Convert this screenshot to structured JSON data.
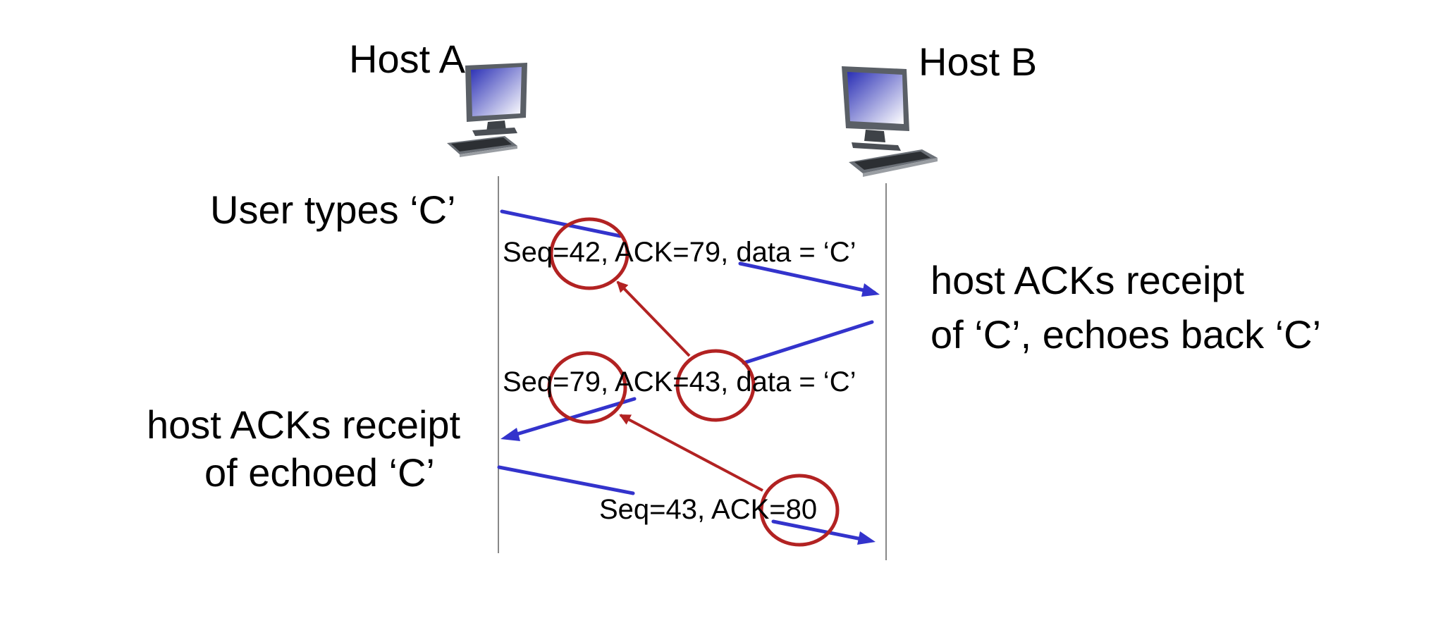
{
  "hosts": {
    "a": {
      "label": "Host A"
    },
    "b": {
      "label": "Host B"
    }
  },
  "events": {
    "user_types": "User types ‘C’",
    "host_b_line1": "host ACKs receipt",
    "host_b_line2": "of ‘C’, echoes back ‘C’",
    "host_a_line1": "host ACKs receipt",
    "host_a_line2": "of echoed ‘C’"
  },
  "messages": {
    "m1": "Seq=42, ACK=79, data = ‘C’",
    "m2": "Seq=79, ACK=43, data = ‘C’",
    "m3": "Seq=43, ACK=80"
  },
  "colors": {
    "segment_arrow": "#3333cc",
    "highlight": "#b22222",
    "timeline": "#888888"
  },
  "icons": {
    "host": "desktop-computer-icon"
  }
}
